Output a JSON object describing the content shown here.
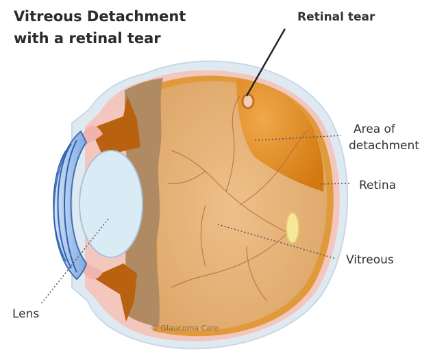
{
  "title": {
    "line1": "Vitreous Detachment",
    "line2": "with a retinal tear"
  },
  "labels": {
    "retinal_tear": "Retinal tear",
    "area_line1": "Area of",
    "area_line2": "detachment",
    "retina": "Retina",
    "vitreous": "Vitreous",
    "lens": "Lens"
  },
  "watermark": "© Glaucoma Care",
  "colors": {
    "sclera": "#dfe9f1",
    "choroid": "#f3c6be",
    "vitreous": "#e8b77e",
    "detached_area": "#e08a18",
    "shadow_band": "#b08a62",
    "lens": "#d9ecf6",
    "cornea": "#5a8fd6",
    "iris": "#b8610f",
    "optic_disc": "#f6e89a",
    "vessels": "#b56a3a"
  }
}
